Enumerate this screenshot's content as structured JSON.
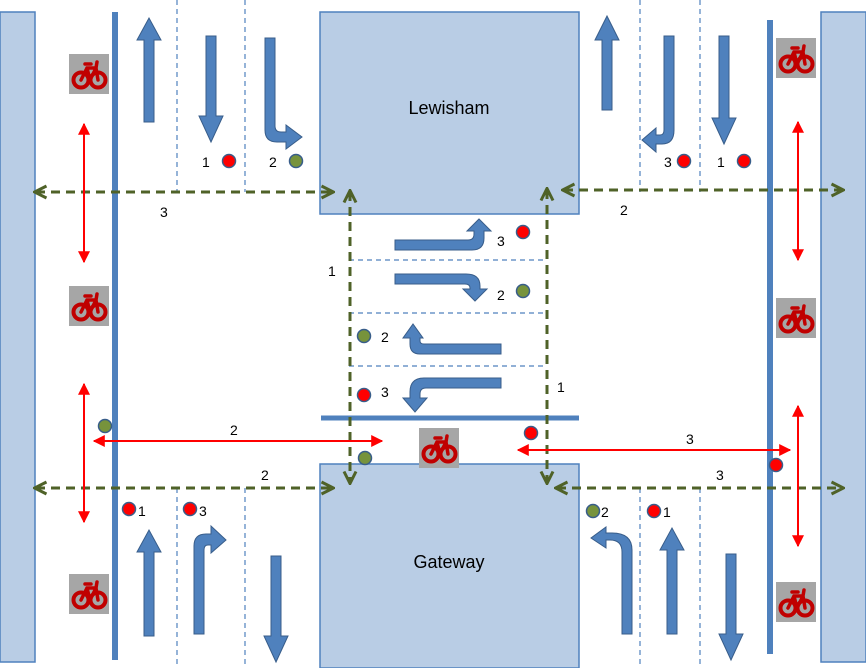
{
  "blocks": {
    "north": "Lewisham",
    "south": "Gateway"
  },
  "labels": {
    "phase_1": "1",
    "phase_2": "2",
    "phase_3": "3"
  },
  "colors": {
    "block_fill": "#b9cde5",
    "block_stroke": "#4f81bd",
    "vehicle_arrow": "#4f81bd",
    "vehicle_arrow_stroke": "#385d8a",
    "pedestrian_arrow": "#4f6228",
    "cyclist_arrow": "#ff0000",
    "signal_red": "#ff0000",
    "signal_green": "#77933c",
    "lane_line": "#4f81bd",
    "bike_marking": "#c00000",
    "bike_tile": "#a6a6a6"
  },
  "icons": {
    "bicycle": "bicycle-lane-marking-icon",
    "signal": "traffic-signal-icon"
  }
}
